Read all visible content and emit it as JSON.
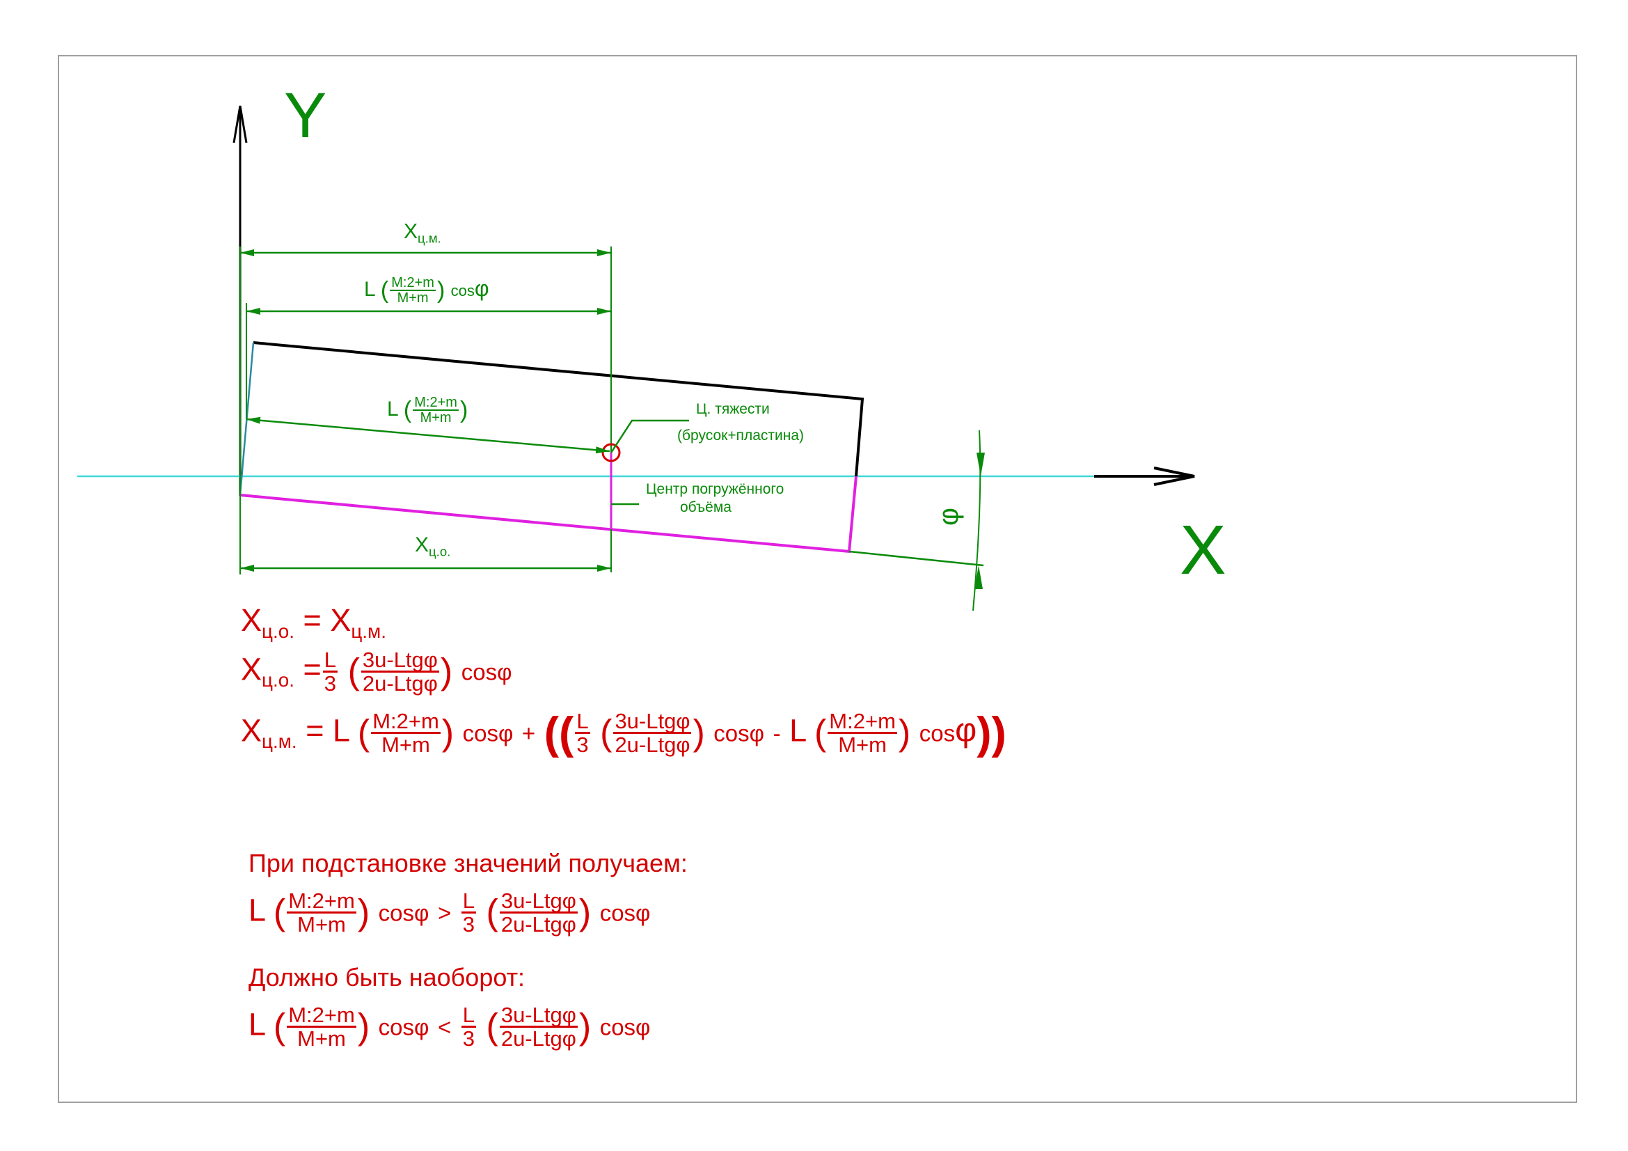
{
  "axes": {
    "y_label": "Y",
    "x_label": "X"
  },
  "terms": {
    "X": "X",
    "sub_co": "ц.о.",
    "sub_cm": "ц.м.",
    "L": "L",
    "mass_num": "M:2+m",
    "mass_den": "M+m",
    "third_num": "L",
    "third_den": "3",
    "u_num": "3u-Ltgφ",
    "u_den": "2u-Ltgφ",
    "cos": "cosφ",
    "cos_pre": "cos",
    "phi": "φ",
    "eq": "=",
    "plus": "+",
    "minus": "-",
    "gt": ">",
    "lt": "<",
    "lp": "(",
    "rp": ")",
    "llp": "((",
    "rrp": "))"
  },
  "notes": {
    "cg_line1": "Ц. тяжести",
    "cg_line2": "(брусок+пластина)",
    "cb_line1": "Центр погружённого",
    "cb_line2": "объёма"
  },
  "angle_label": "φ",
  "text": {
    "substitution": "При подстановке значений получаем:",
    "should_be": "Должно быть наоборот:"
  },
  "colors": {
    "green": "#0a8a0a",
    "red": "#d40000",
    "magenta": "#e020e0",
    "cyan": "#40d8d8"
  }
}
